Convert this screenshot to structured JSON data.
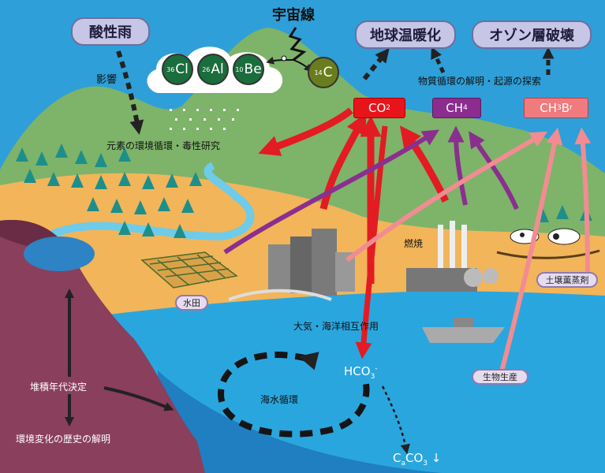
{
  "labels": {
    "cosmic_rays": "宇宙線",
    "acid_rain": "酸性雨",
    "global_warming": "地球温暖化",
    "ozone_depletion": "オゾン層破壊",
    "influence": "影響",
    "element_research": "元素の環境循環・毒性研究",
    "material_cycle": "物質循環の解明・起源の探索",
    "combustion": "燃焼",
    "paddy_field": "水田",
    "soil_fumigant": "土壌薫蒸剤",
    "atmosphere_ocean": "大気・海洋相互作用",
    "bio_production": "生物生産",
    "sediment_dating": "堆積年代決定",
    "env_history": "環境変化の歴史の解明",
    "seawater_cycle": "海水循環"
  },
  "isotopes": [
    {
      "mass": "36",
      "symbol": "Cl"
    },
    {
      "mass": "26",
      "symbol": "Al"
    },
    {
      "mass": "10",
      "symbol": "Be"
    },
    {
      "mass": "14",
      "symbol": "C"
    }
  ],
  "chemicals": {
    "co2": {
      "main": "CO",
      "sub": "2"
    },
    "ch4": {
      "main": "CH",
      "sub": "4"
    },
    "ch3br": {
      "a": "CH",
      "b": "3",
      "c": "B",
      "d": "r"
    },
    "hco3": {
      "main": "HCO",
      "sub": "3",
      "sup": "-"
    },
    "caco3": {
      "a": "C",
      "b": "a",
      "c": "CO",
      "d": "3",
      "arrow": "↓"
    }
  },
  "colors": {
    "sky": "#2e9fd8",
    "mountain": "#7eb36a",
    "land": "#f2b55a",
    "ocean": "#2aa6de",
    "cliff": "#8a3f5c",
    "co2_box": "#e8141b",
    "ch4_box": "#8b2c8e",
    "ch3br_box": "#f07a7e",
    "red_arrow": "#e31b23",
    "purple_arrow": "#8a2f8f",
    "pink_arrow": "#f28c92"
  }
}
